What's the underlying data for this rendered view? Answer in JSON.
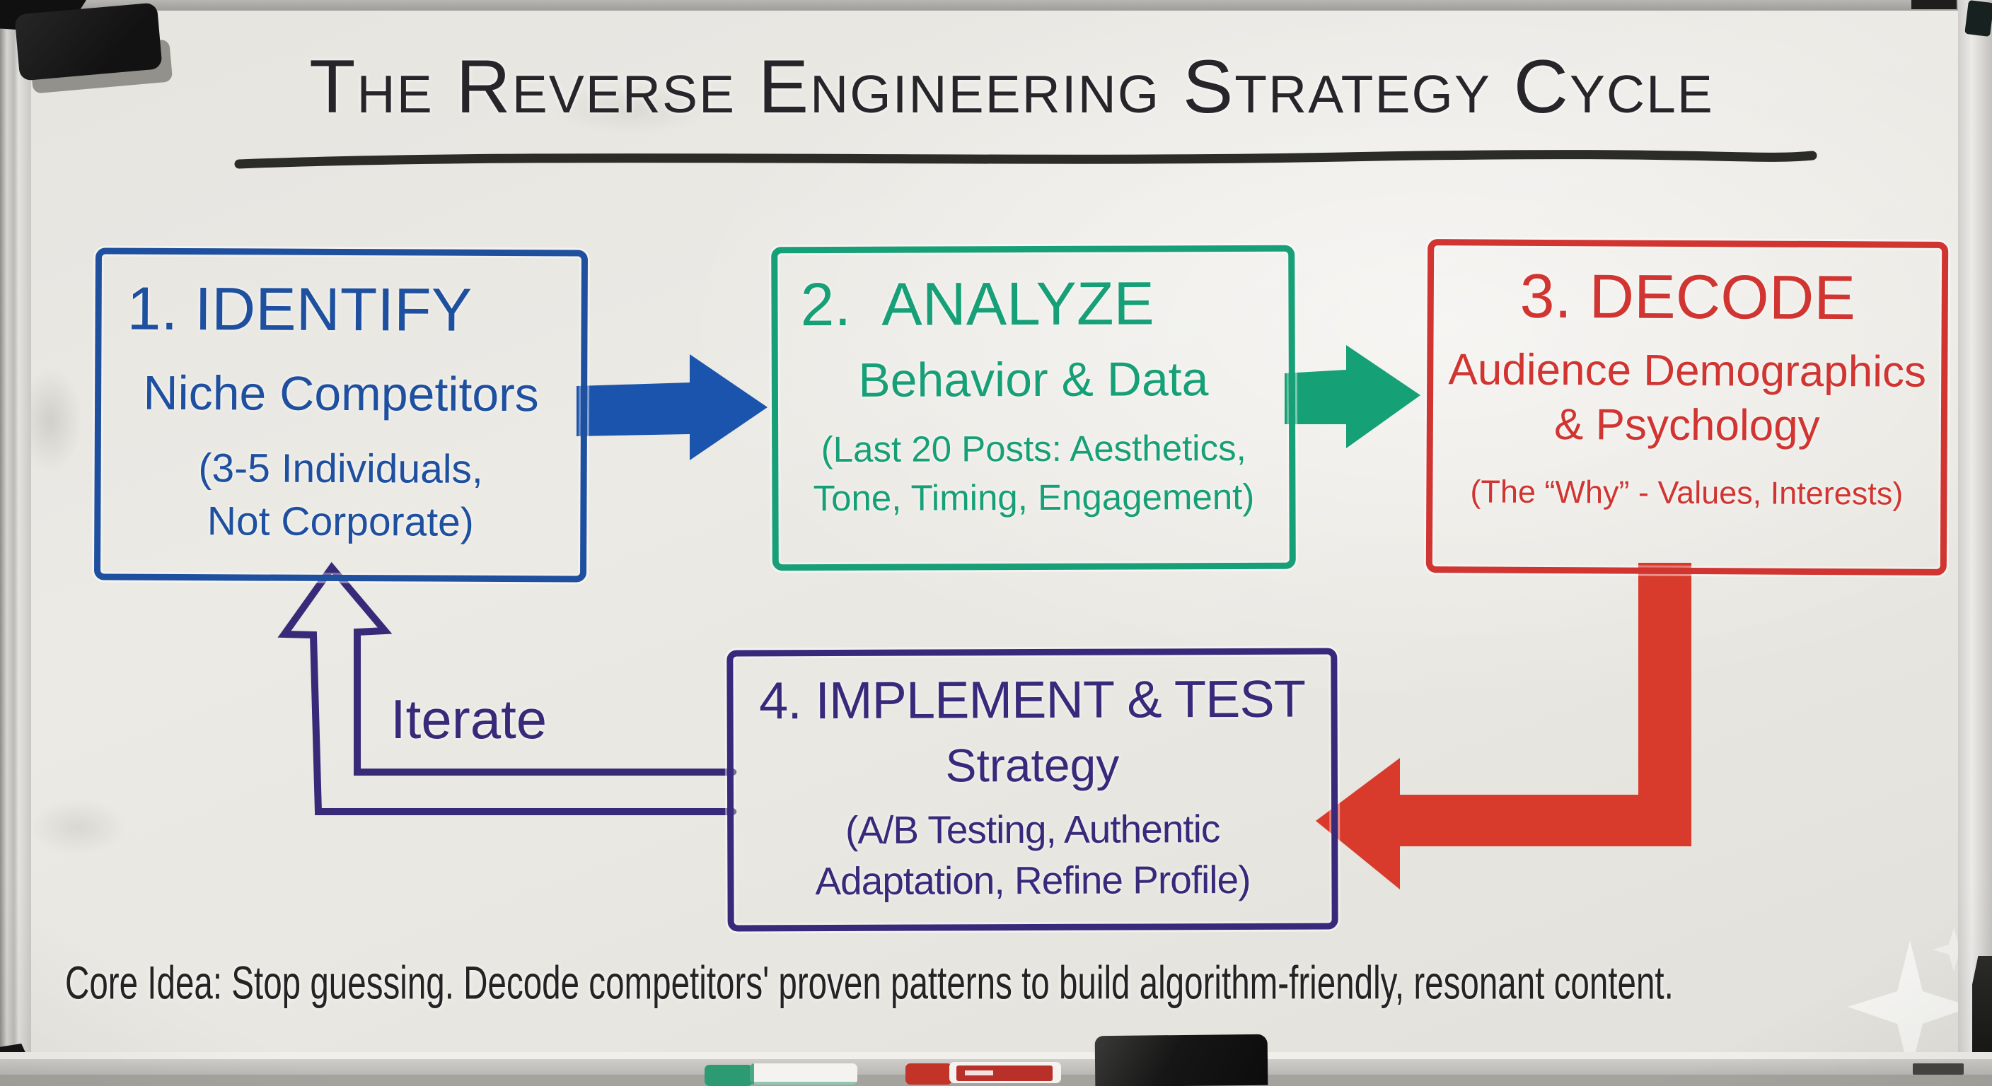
{
  "title": {
    "text": "The Reverse Engineering Strategy Cycle"
  },
  "steps": [
    {
      "heading": "1. IDENTIFY",
      "line1": "Niche Competitors",
      "line2": "(3-5 Individuals,",
      "line3": "Not Corporate)",
      "color": "#1e509f"
    },
    {
      "heading": "2.  ANALYZE",
      "line1": "Behavior & Data",
      "line2": "(Last 20 Posts: Aesthetics,",
      "line3": "Tone, Timing, Engagement)",
      "color": "#17a077"
    },
    {
      "heading": "3. DECODE",
      "line1": "Audience Demographics",
      "line2": "& Psychology",
      "line3": "(The “Why” - Values, Interests)",
      "color": "#d13531"
    },
    {
      "heading": "4. IMPLEMENT & TEST",
      "line1": "Strategy",
      "line2": "(A/B Testing, Authentic",
      "line3": "Adaptation, Refine Profile)",
      "color": "#39297b"
    }
  ],
  "iterate_label": "Iterate",
  "core_idea": "Core Idea: Stop guessing. Decode competitors' proven patterns to build algorithm-friendly, resonant content.",
  "arrows": {
    "identify_to_analyze": {
      "color": "#1b54ac"
    },
    "analyze_to_decode": {
      "color": "#15a075"
    },
    "decode_to_implement": {
      "color": "#d83a2c"
    },
    "iterate_loop": {
      "color": "#372a78"
    }
  },
  "colors": {
    "underline": "#2b2b28",
    "title_text": "#26262a",
    "core_text": "#232323",
    "board_surface": "#e9e7e1"
  },
  "objects": {
    "top_left": "whiteboard-eraser",
    "tray": [
      "green-marker",
      "red-marker",
      "whiteboard-eraser"
    ],
    "watermark": "sparkle"
  }
}
